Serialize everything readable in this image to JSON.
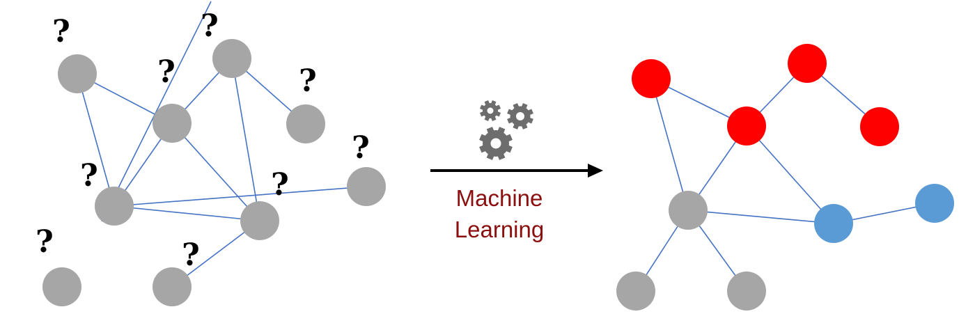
{
  "colors": {
    "edge": "#4472c4",
    "unknown": "#a6a6a6",
    "class_red": "#ff0000",
    "class_blue": "#5b9bd5",
    "arrow": "#000000",
    "gear": "#6d6d6d",
    "label": "#8b0f0f"
  },
  "question_mark": "?",
  "center": {
    "label_line_1": "Machine",
    "label_line_2": "Learning",
    "arrow_icon": "right-arrow-icon",
    "gears_icon": "gears-icon"
  },
  "input_graph": {
    "nodes": [
      {
        "id": "a",
        "label": "unknown"
      },
      {
        "id": "b",
        "label": "unknown"
      },
      {
        "id": "c",
        "label": "unknown"
      },
      {
        "id": "d",
        "label": "unknown"
      },
      {
        "id": "e",
        "label": "unknown"
      },
      {
        "id": "f",
        "label": "unknown"
      },
      {
        "id": "g",
        "label": "unknown"
      },
      {
        "id": "h",
        "label": "unknown"
      },
      {
        "id": "i",
        "label": "unknown"
      },
      {
        "id": "j",
        "label": "unknown"
      }
    ],
    "edges": [
      [
        "a",
        "c"
      ],
      [
        "a",
        "e"
      ],
      [
        "c",
        "b"
      ],
      [
        "c",
        "e"
      ],
      [
        "c",
        "g"
      ],
      [
        "b",
        "d"
      ],
      [
        "b",
        "g"
      ],
      [
        "e",
        "g"
      ],
      [
        "g",
        "f"
      ],
      [
        "e",
        "j"
      ]
    ]
  },
  "output_graph": {
    "nodes": [
      {
        "id": "r1",
        "label": "red"
      },
      {
        "id": "r2",
        "label": "red"
      },
      {
        "id": "r3",
        "label": "red"
      },
      {
        "id": "r4",
        "label": "red"
      },
      {
        "id": "g1",
        "label": "unknown"
      },
      {
        "id": "g2",
        "label": "unknown"
      },
      {
        "id": "g3",
        "label": "unknown"
      },
      {
        "id": "b1",
        "label": "blue"
      },
      {
        "id": "b2",
        "label": "blue"
      }
    ],
    "edges": [
      [
        "r1",
        "r3"
      ],
      [
        "r1",
        "g1"
      ],
      [
        "r3",
        "r2"
      ],
      [
        "r2",
        "r4"
      ],
      [
        "r3",
        "g1"
      ],
      [
        "r3",
        "b1"
      ],
      [
        "g1",
        "b1"
      ],
      [
        "b1",
        "b2"
      ],
      [
        "g1",
        "g2"
      ],
      [
        "g1",
        "g3"
      ]
    ]
  }
}
